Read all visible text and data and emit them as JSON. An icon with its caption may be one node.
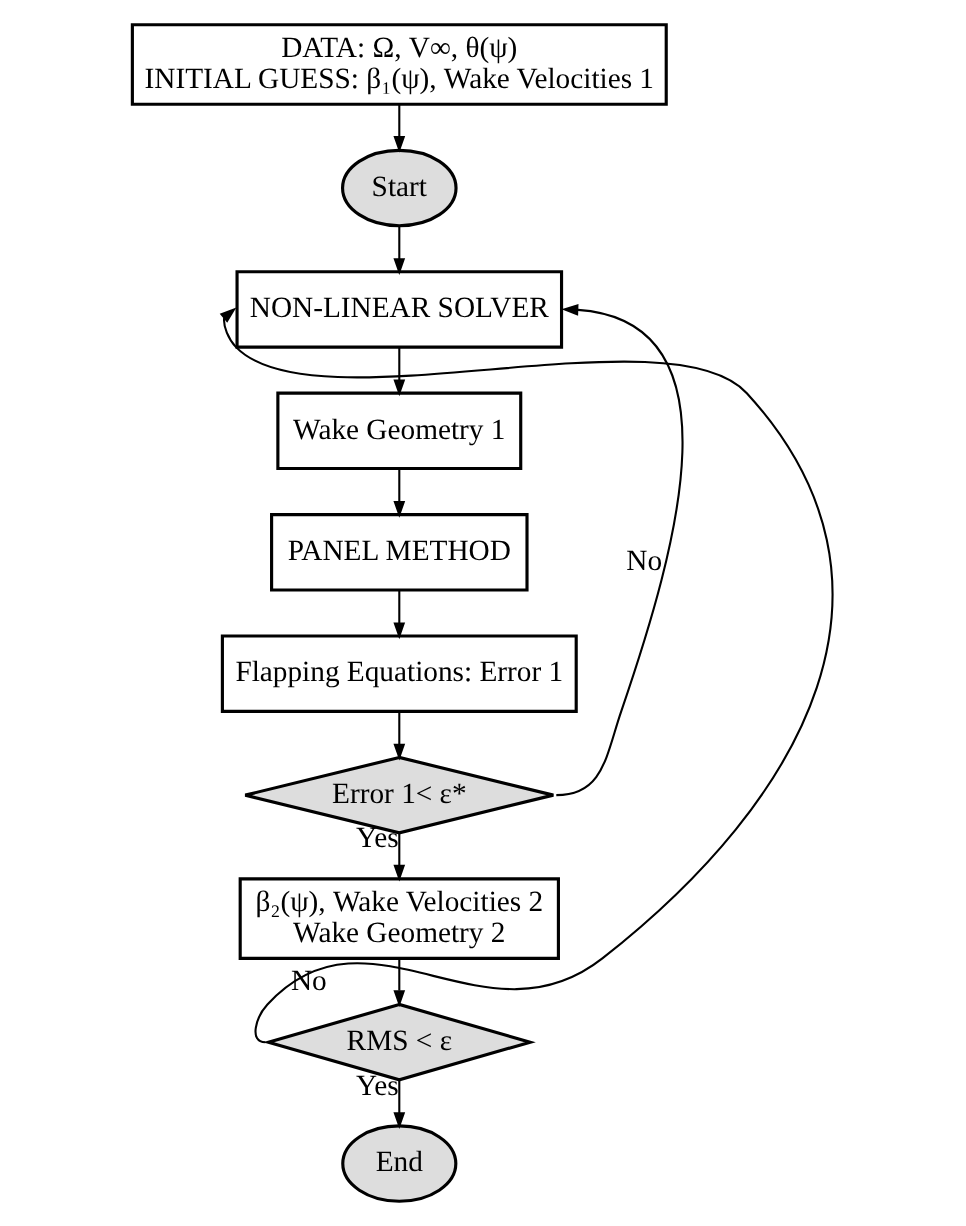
{
  "diagram": {
    "nodes": [
      {
        "text": [
          "DATA: Ω, V∞, θ(ψ)",
          "INITIAL GUESS: β₁(ψ), Wake Velocities 1"
        ]
      },
      {
        "text": [
          "Start"
        ]
      },
      {
        "text": [
          "NON-LINEAR SOLVER"
        ]
      },
      {
        "text": [
          "Wake Geometry 1"
        ]
      },
      {
        "text": [
          "PANEL METHOD"
        ]
      },
      {
        "text": [
          "Flapping Equations: Error 1"
        ]
      },
      {
        "text": [
          "Error 1< ε*"
        ]
      },
      {
        "text": [
          "β₂(ψ), Wake Velocities 2",
          "Wake Geometry 2"
        ]
      },
      {
        "text": [
          "RMS < ε"
        ]
      },
      {
        "text": [
          "End"
        ]
      }
    ],
    "edges": [
      {
        "from": 0,
        "to": 1,
        "arrow": "to"
      },
      {
        "from": 1,
        "to": 2,
        "arrow": "to"
      },
      {
        "from": 2,
        "to": 3,
        "arrow": "to"
      },
      {
        "from": 3,
        "to": 4,
        "arrow": "to"
      },
      {
        "from": 4,
        "to": 5,
        "arrow": "to"
      },
      {
        "from": 5,
        "to": 6,
        "arrow": "to"
      },
      {
        "from": 6,
        "to": 2,
        "arrow": "to",
        "label": "No"
      },
      {
        "from": 6,
        "to": 7,
        "arrow": "to",
        "label": "Yes"
      },
      {
        "from": 7,
        "to": 8,
        "arrow": "to"
      },
      {
        "from": 8,
        "to": 2,
        "arrow": "to",
        "label": "No"
      },
      {
        "from": 8,
        "to": 9,
        "arrow": "to",
        "label": "Yes"
      }
    ]
  }
}
